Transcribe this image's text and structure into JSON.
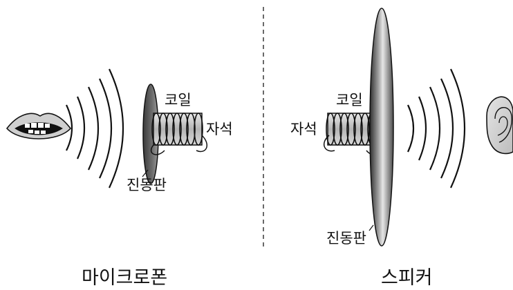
{
  "microphone": {
    "caption": "마이크로폰",
    "coil_label": "코일",
    "magnet_label": "자석",
    "diaphragm_label": "진동판"
  },
  "speaker": {
    "caption": "스피커",
    "coil_label": "코일",
    "magnet_label": "자석",
    "diaphragm_label": "진동판"
  },
  "icons": {
    "source": "mouth-icon",
    "receiver": "ear-icon"
  }
}
